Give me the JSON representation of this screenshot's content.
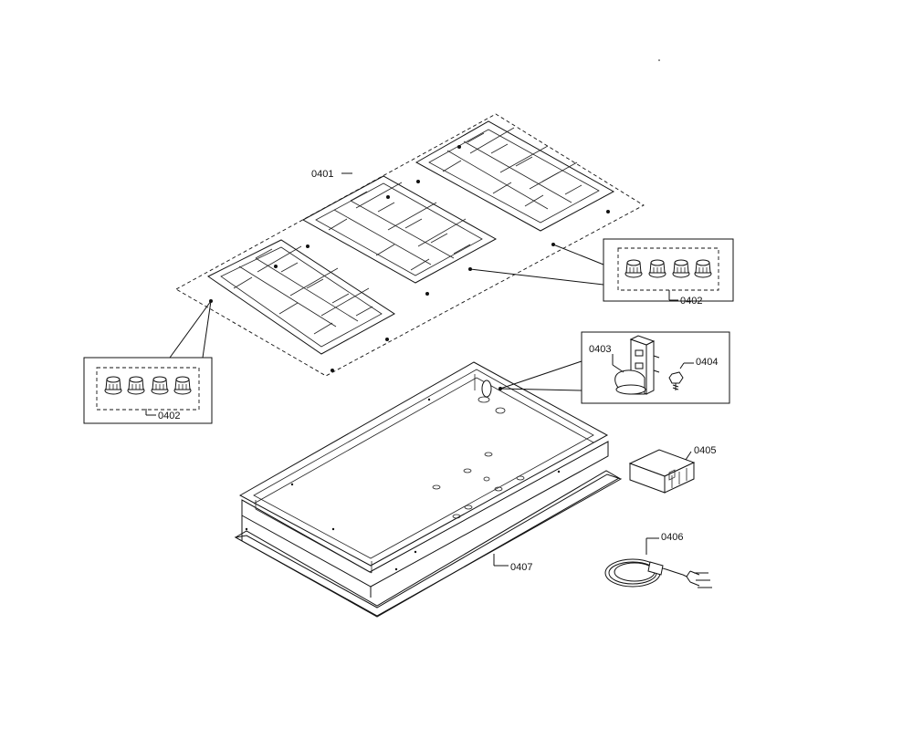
{
  "labels": {
    "grates": "0401",
    "caps_right": "0402",
    "caps_left": "0402",
    "igniter": "0403",
    "screw": "0404",
    "module": "0405",
    "cord": "0406",
    "cooktop": "0407"
  }
}
